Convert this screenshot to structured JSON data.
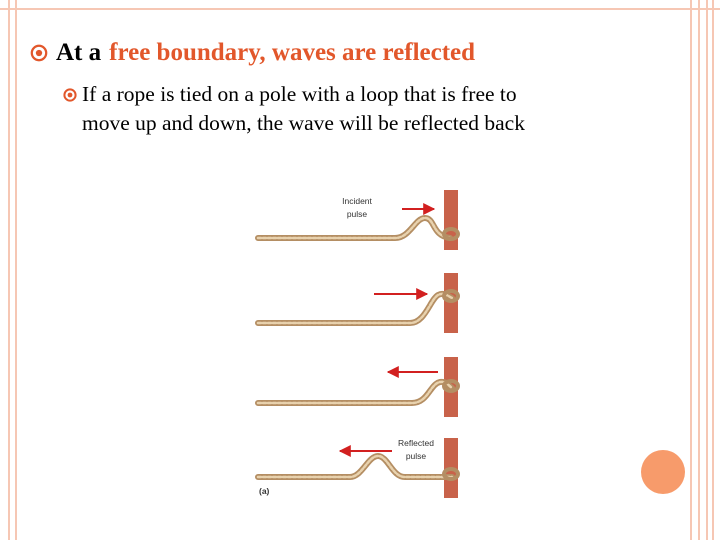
{
  "colors": {
    "frame": "#f6c7b4",
    "accent": "#e2572b",
    "rope": "#d3b48c",
    "pole": "#c8624a",
    "arrow": "#d22020",
    "circle": "#f79b6b"
  },
  "bullet": {
    "icon": "circle-bullet-icon",
    "prefix": "At a",
    "highlight": "free boundary, waves are reflected"
  },
  "sub_bullet": {
    "icon": "circle-bullet-icon",
    "line1": "If a rope is tied on a pole with a loop that is free to",
    "line2": "move up and down, the wave will be reflected back"
  },
  "figure": {
    "incident_label_1": "Incident",
    "incident_label_2": "pulse",
    "reflected_label_1": "Reflected",
    "reflected_label_2": "pulse",
    "caption": "(a)"
  }
}
